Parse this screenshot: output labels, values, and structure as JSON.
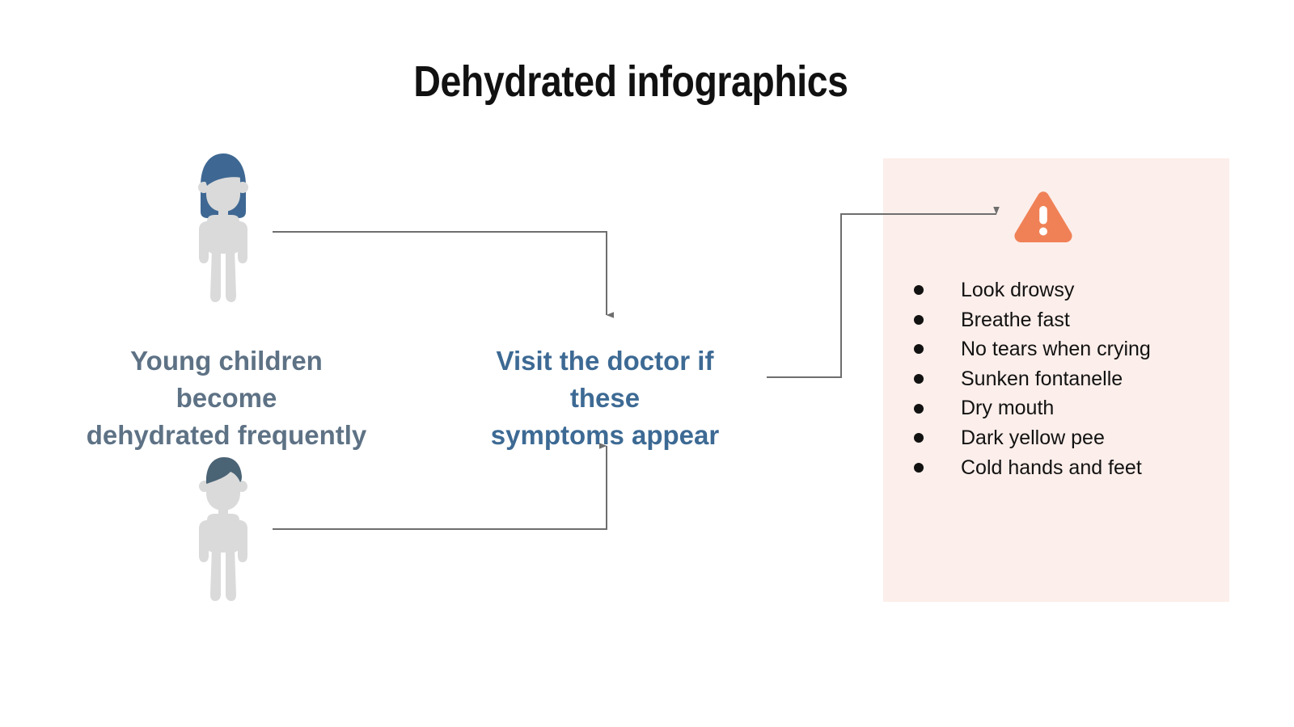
{
  "page": {
    "title": "Dehydrated infographics",
    "background_color": "#ffffff"
  },
  "figures": [
    {
      "name": "girl",
      "icon": "child-girl-icon",
      "body_color": "#DADADA",
      "hair_color": "#3E6893"
    },
    {
      "name": "boy",
      "icon": "child-boy-icon",
      "body_color": "#DADADA",
      "hair_color": "#4A6375"
    }
  ],
  "captions": {
    "left": "Young children become\ndehydrated frequently",
    "left_color": "#5E7285",
    "center": "Visit the doctor if these\nsymptoms appear",
    "center_color": "#3D6A94"
  },
  "panel": {
    "background_color": "#FCEEEA",
    "warning_icon": "warning-triangle-icon",
    "warning_icon_color": "#F08157",
    "symptoms": [
      "Look drowsy",
      "Breathe fast",
      "No tears when crying",
      "Sunken fontanelle",
      "Dry mouth",
      "Dark yellow pee",
      "Cold hands and feet"
    ]
  },
  "connectors": {
    "line_color": "#6E6E6E",
    "items": [
      {
        "name": "girl-to-center",
        "direction": "down"
      },
      {
        "name": "boy-to-center",
        "direction": "up"
      },
      {
        "name": "center-to-symptoms",
        "direction": "right"
      }
    ]
  }
}
